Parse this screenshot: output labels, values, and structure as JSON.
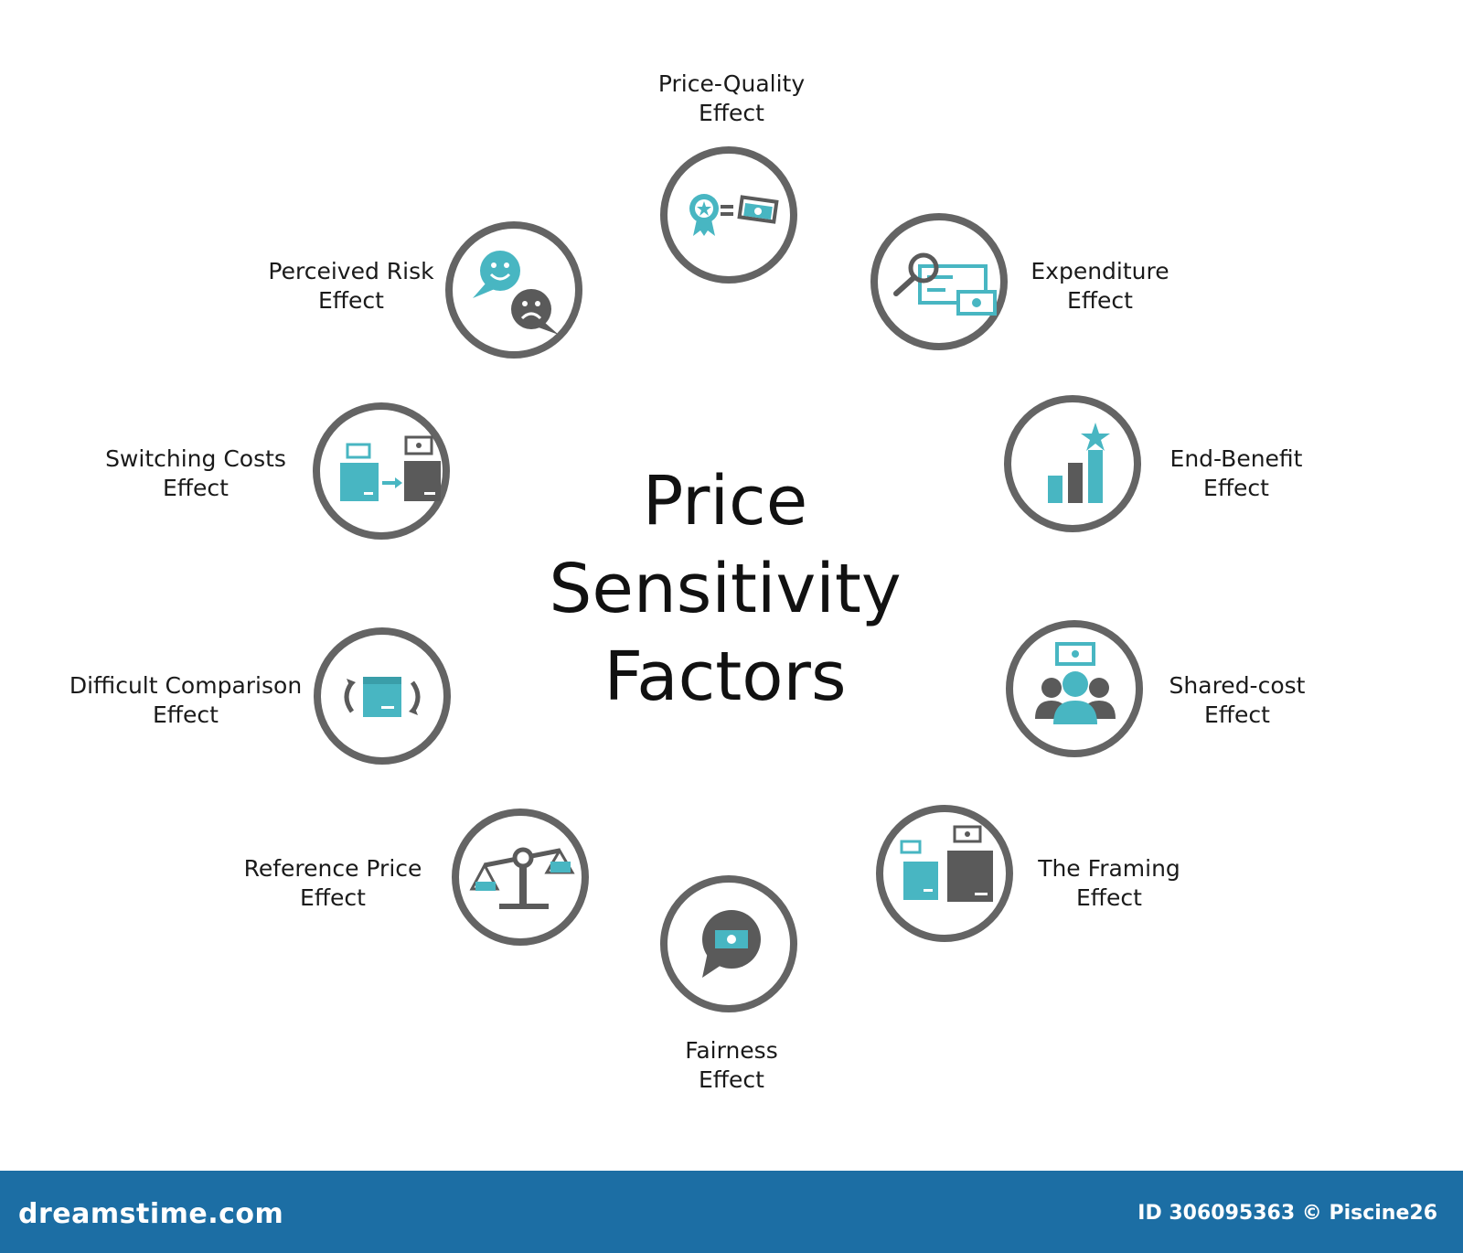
{
  "title": {
    "line1": "Price",
    "line2": "Sensitivity",
    "line3": "Factors"
  },
  "factors": [
    {
      "line1": "Price-Quality",
      "line2": "Effect",
      "icon": "quality-award-equals-money-icon"
    },
    {
      "line1": "Expenditure",
      "line2": "Effect",
      "icon": "magnifier-bills-icon"
    },
    {
      "line1": "End-Benefit",
      "line2": "Effect",
      "icon": "bar-chart-star-icon"
    },
    {
      "line1": "Shared-cost",
      "line2": "Effect",
      "icon": "group-money-icon"
    },
    {
      "line1": "The Framing",
      "line2": "Effect",
      "icon": "boxes-price-icon"
    },
    {
      "line1": "Fairness",
      "line2": "Effect",
      "icon": "speech-bubble-money-icon"
    },
    {
      "line1": "Reference Price",
      "line2": "Effect",
      "icon": "balance-scale-icon"
    },
    {
      "line1": "Difficult Comparison",
      "line2": "Effect",
      "icon": "box-arrows-icon"
    },
    {
      "line1": "Switching Costs",
      "line2": "Effect",
      "icon": "box-switch-icon"
    },
    {
      "line1": "Perceived Risk",
      "line2": "Effect",
      "icon": "happy-sad-faces-icon"
    }
  ],
  "footer": {
    "brand": "dreamstime.com",
    "credit": "ID 306095363 © Piscine26"
  },
  "colors": {
    "ring": "#646464",
    "accent": "#48b6c2",
    "dark_icon": "#5a5a5a",
    "footer": "#1c6ea4"
  }
}
